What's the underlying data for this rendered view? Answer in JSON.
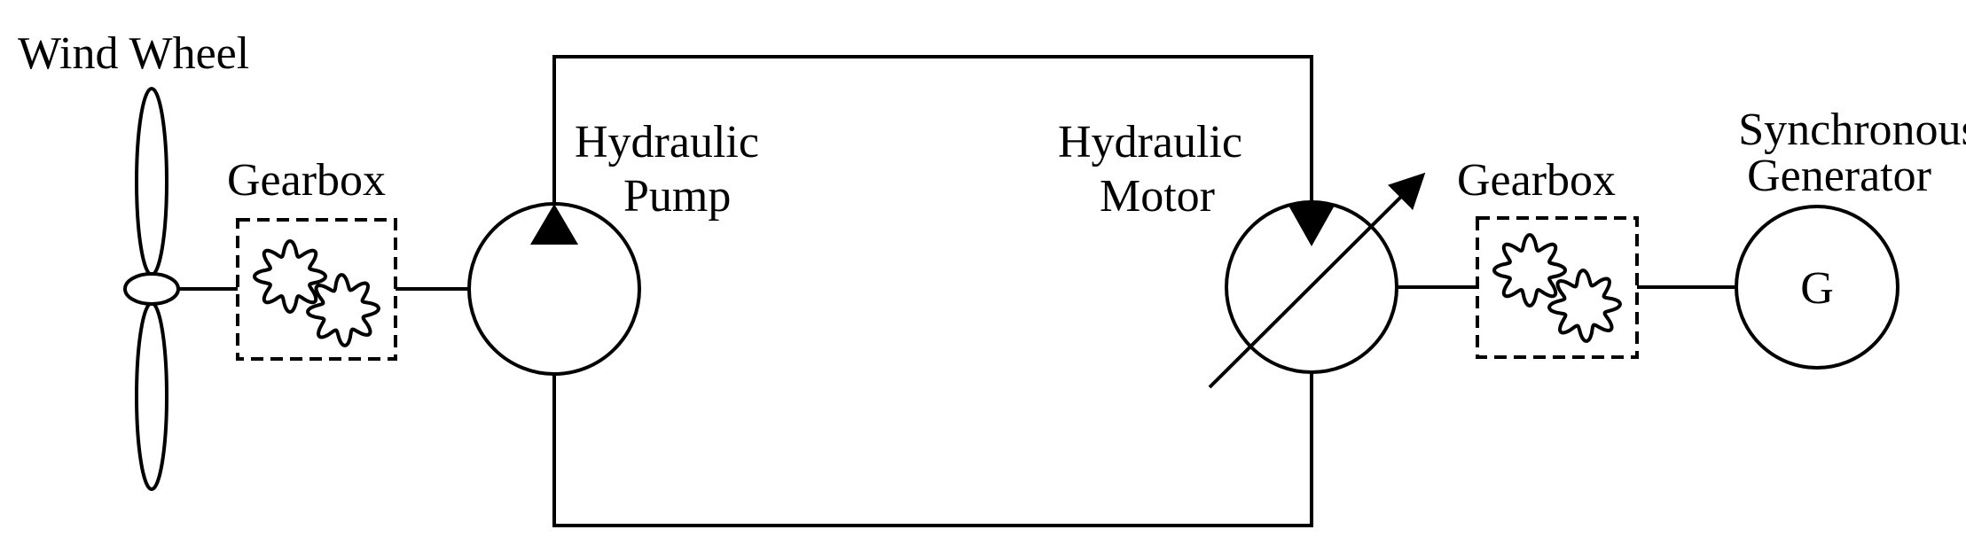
{
  "labels": {
    "wind_wheel": "Wind Wheel",
    "gearbox_left": "Gearbox",
    "pump_line1": "Hydraulic",
    "pump_line2": "Pump",
    "motor_line1": "Hydraulic",
    "motor_line2": "Motor",
    "gearbox_right": "Gearbox",
    "generator_line1": "Synchronous",
    "generator_line2": "Generator",
    "generator_symbol": "G"
  }
}
